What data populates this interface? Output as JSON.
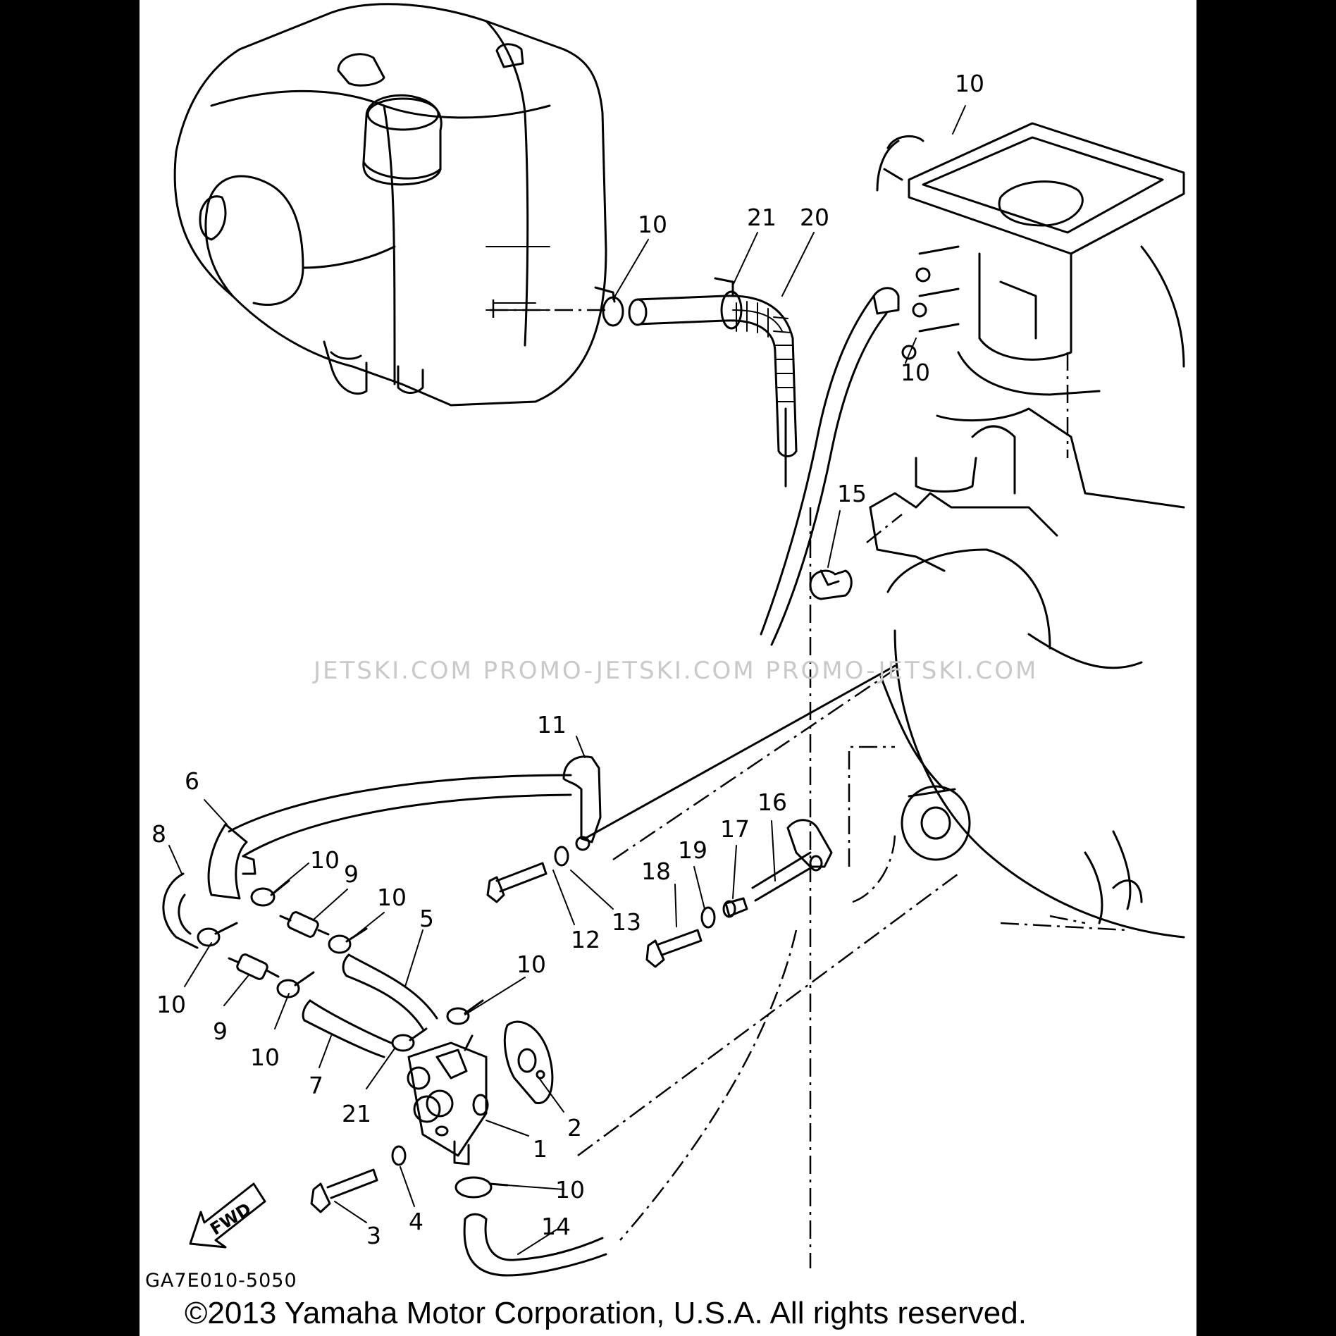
{
  "callouts": {
    "c10_top_right": "10",
    "c10_tank": "10",
    "c21_top": "21",
    "c20": "20",
    "c10_intake": "10",
    "c15": "15",
    "c11": "11",
    "c6": "6",
    "c8": "8",
    "c10_a": "10",
    "c9_a": "9",
    "c10_b": "10",
    "c5": "5",
    "c12": "12",
    "c13": "13",
    "c18": "18",
    "c19": "19",
    "c17": "17",
    "c16": "16",
    "c10_c": "10",
    "c9_b": "9",
    "c10_d": "10",
    "c10_e": "10",
    "c7": "7",
    "c21_bottom": "21",
    "c2": "2",
    "c1": "1",
    "c4": "4",
    "c3": "3",
    "c10_f": "10",
    "c14": "14"
  },
  "fwd_label": "FWD",
  "watermark": "JETSKI.COM   PROMO-JETSKI.COM   PROMO-JETSKI.COM",
  "diagram_code": "GA7E010-5050",
  "copyright": "©2013 Yamaha Motor Corporation, U.S.A. All rights reserved."
}
